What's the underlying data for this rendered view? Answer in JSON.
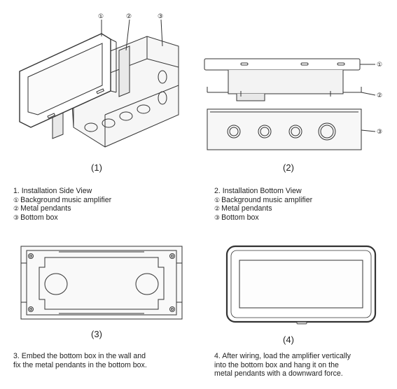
{
  "figures": [
    {
      "caption": "(1)",
      "callouts": [
        "①",
        "②",
        "③"
      ]
    },
    {
      "caption": "(2)",
      "callouts": [
        "①",
        "②",
        "③"
      ]
    },
    {
      "caption": "(3)"
    },
    {
      "caption": "(4)"
    }
  ],
  "descriptions": {
    "view1": {
      "title": "1. Installation Side View",
      "items": [
        {
          "num": "①",
          "text": "Background music amplifier"
        },
        {
          "num": "②",
          "text": "Metal pendants"
        },
        {
          "num": "③",
          "text": "Bottom box"
        }
      ]
    },
    "view2": {
      "title": "2. Installation Bottom View",
      "items": [
        {
          "num": "①",
          "text": "Background music amplifier"
        },
        {
          "num": "②",
          "text": "Metal pendants"
        },
        {
          "num": "③",
          "text": "Bottom box"
        }
      ]
    },
    "step3": {
      "lines": [
        "3. Embed the bottom box in the wall and",
        "fix the metal pendants in the bottom box."
      ]
    },
    "step4": {
      "lines": [
        "4. After wiring, load the amplifier vertically",
        "into the bottom box and hang it on the",
        "metal pendants with a downward force."
      ]
    }
  }
}
